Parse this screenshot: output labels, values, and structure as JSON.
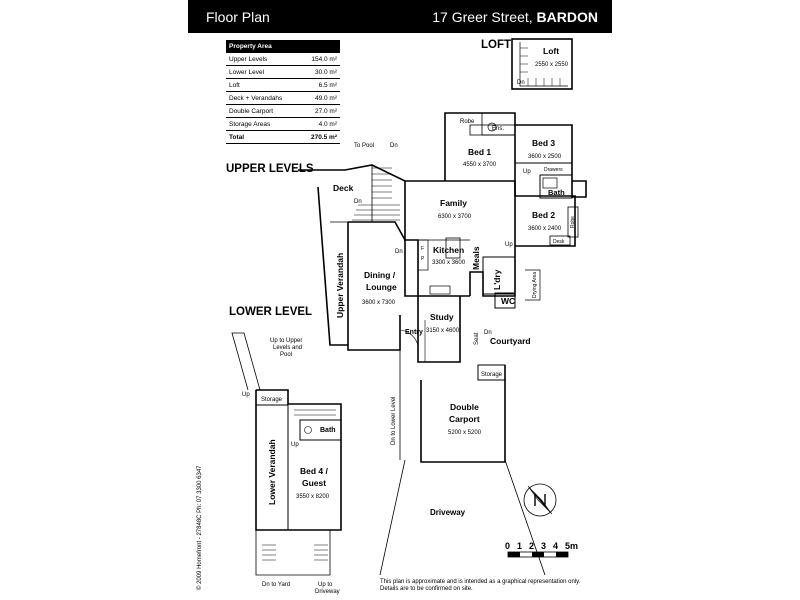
{
  "header": {
    "title": "Floor Plan",
    "street": "17 Greer Street,",
    "suburb": "BARDON"
  },
  "area_table": {
    "heading": "Property Area",
    "rows": [
      {
        "label": "Upper Levels",
        "value": "154.0 m²"
      },
      {
        "label": "Lower Level",
        "value": "30.0 m²"
      },
      {
        "label": "Loft",
        "value": "6.5 m²"
      },
      {
        "label": "Deck + Verandahs",
        "value": "49.0 m²"
      },
      {
        "label": "Double Carport",
        "value": "27.0 m²"
      },
      {
        "label": "Storage Areas",
        "value": "4.0 m²"
      }
    ],
    "total": {
      "label": "Total",
      "value": "270.5 m²"
    }
  },
  "sections": {
    "upper": "UPPER LEVELS",
    "lower": "LOWER LEVEL",
    "loft": "LOFT"
  },
  "rooms": {
    "loft": {
      "name": "Loft",
      "dim": "2550 x 2550"
    },
    "bed1": {
      "name": "Bed 1",
      "dim": "4550 x 3700"
    },
    "bed3": {
      "name": "Bed 3",
      "dim": "3600 x 2500"
    },
    "bed2": {
      "name": "Bed 2",
      "dim": "3600 x 2400"
    },
    "family": {
      "name": "Family",
      "dim": "6300 x 3700"
    },
    "kitchen": {
      "name": "Kitchen",
      "dim": "3300 x 3600"
    },
    "meals": {
      "name": "Meals"
    },
    "dining": {
      "name1": "Dining /",
      "name2": "Lounge",
      "dim": "3600 x 7300"
    },
    "study": {
      "name": "Study",
      "dim": "3150 x 4600"
    },
    "carport": {
      "name1": "Double",
      "name2": "Carport",
      "dim": "5200 x 5200"
    },
    "bed4": {
      "name1": "Bed 4 /",
      "name2": "Guest",
      "dim": "3550 x 8200"
    }
  },
  "labels": {
    "robe": "Robe",
    "ens": "Ens.",
    "bath": "Bath",
    "drawers": "Drawers",
    "robe2": "Robe",
    "desk": "Desk",
    "deck": "Deck",
    "upper_verandah": "Upper Verandah",
    "lower_verandah": "Lower Verandah",
    "ldry": "L'dry",
    "drying_area": "Drying Area",
    "wc": "WC",
    "entry": "Entry",
    "seat": "Seat",
    "courtyard": "Courtyard",
    "storage": "Storage",
    "driveway": "Driveway",
    "to_pool": "To Pool",
    "dn": "Dn",
    "up": "Up",
    "up_to_upper": "Up to Upper",
    "levels_and": "Levels and",
    "pool": "Pool",
    "dn_lower_level": "Dn to Lower Level",
    "dn_to_yard": "Dn to Yard",
    "up_to": "Up to",
    "driveway2": "Driveway",
    "lower_bath": "Bath",
    "lower_storage": "Storage",
    "f": "F",
    "p": "P"
  },
  "scale": {
    "ticks": [
      "0",
      "1",
      "2",
      "3",
      "4",
      "5m"
    ]
  },
  "footer": {
    "disclaimer1": "This plan is approximate and is intended as a graphical representation only.",
    "disclaimer2": "Details are to be confirmed on site.",
    "copyright": "© 2009 Homefront - 27848C  Ph: 07 3300 6347"
  }
}
